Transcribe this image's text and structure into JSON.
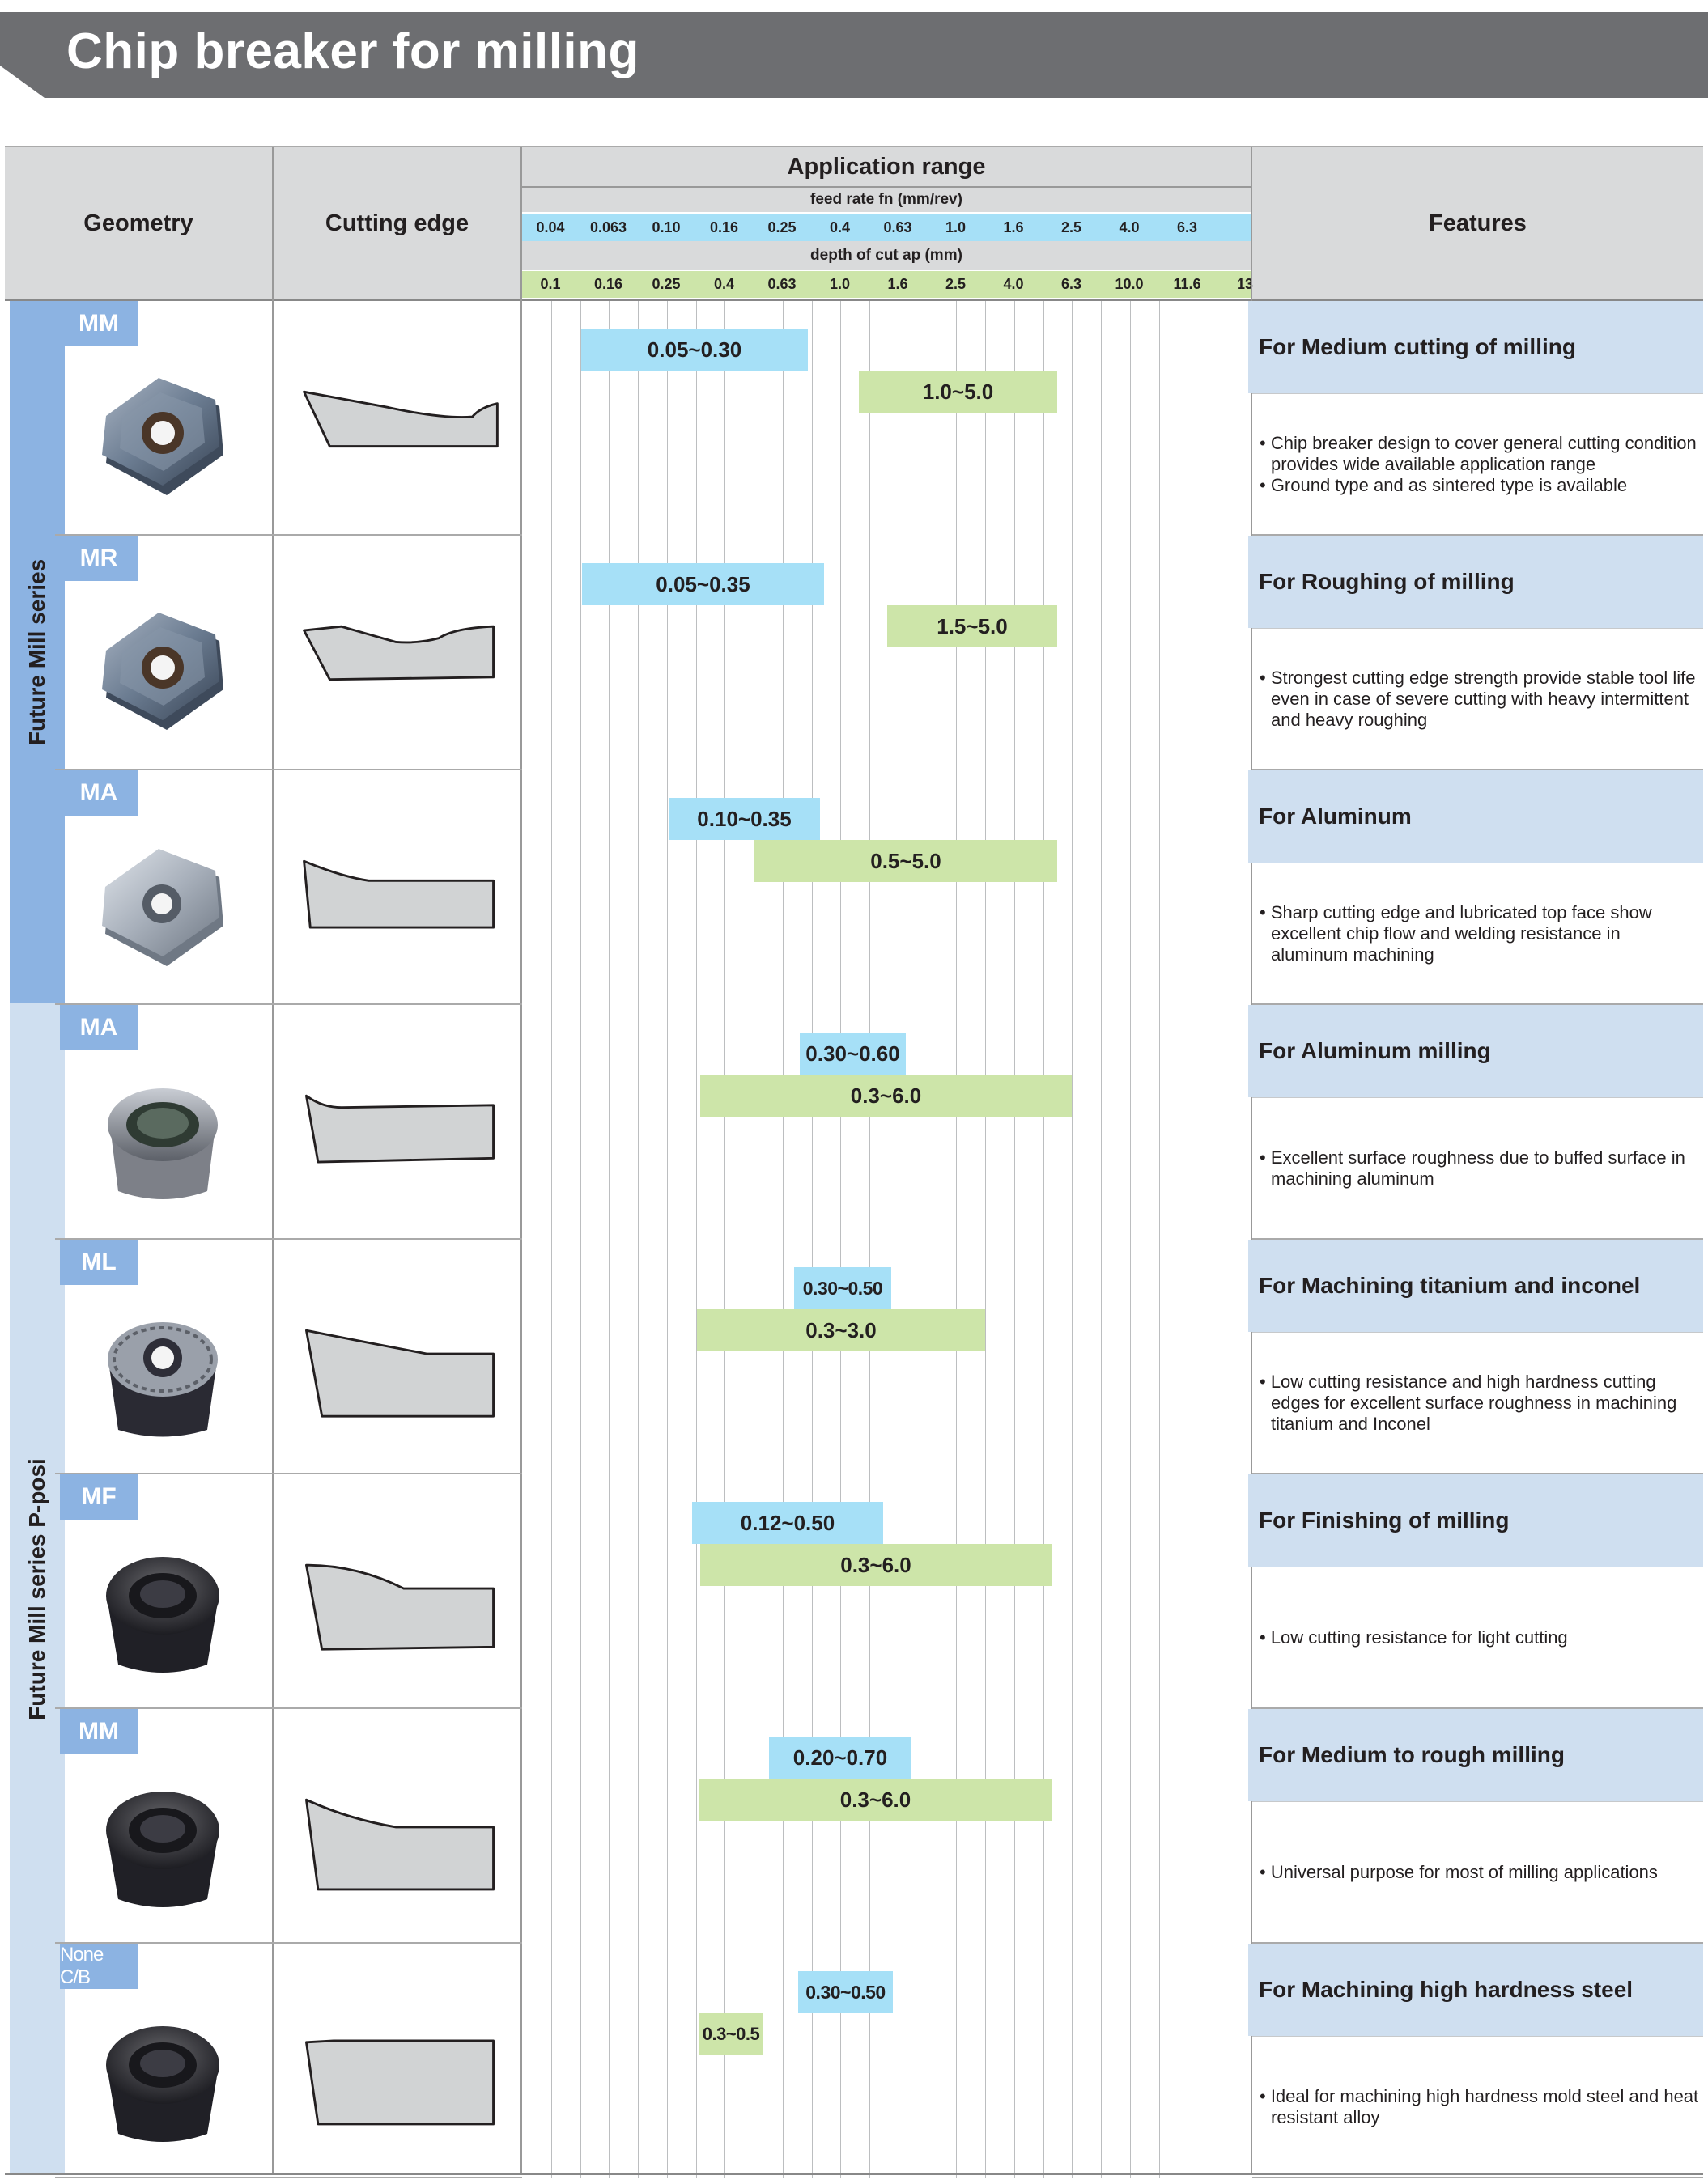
{
  "page_title": "Chip breaker for milling",
  "header": {
    "geometry": "Geometry",
    "cutting_edge": "Cutting edge",
    "application_range": "Application range",
    "feed_label": "feed rate fn (mm/rev)",
    "depth_label": "depth of cut ap (mm)",
    "features": "Features",
    "feed_ticks": [
      "0.04",
      "0.063",
      "0.10",
      "0.16",
      "0.25",
      "0.4",
      "0.63",
      "1.0",
      "1.6",
      "2.5",
      "4.0",
      "6.3"
    ],
    "depth_ticks": [
      "0.1",
      "0.16",
      "0.25",
      "0.4",
      "0.63",
      "1.0",
      "1.6",
      "2.5",
      "4.0",
      "6.3",
      "10.0",
      "11.6",
      "13"
    ]
  },
  "series": [
    {
      "name": "Future Mill series"
    },
    {
      "name": "Future Mill series P-posi"
    }
  ],
  "rows": [
    {
      "code": "MM",
      "feed": "0.05~0.30",
      "depth": "1.0~5.0",
      "feature_title": "For Medium cutting of milling",
      "feature_lines": [
        "• Chip breaker design to cover general cutting condition provides wide available application range",
        "• Ground type and as sintered type is available"
      ]
    },
    {
      "code": "MR",
      "feed": "0.05~0.35",
      "depth": "1.5~5.0",
      "feature_title": "For Roughing of milling",
      "feature_lines": [
        "• Strongest cutting edge strength provide stable tool life even in case of severe cutting with heavy intermittent and heavy roughing"
      ]
    },
    {
      "code": "MA",
      "feed": "0.10~0.35",
      "depth": "0.5~5.0",
      "feature_title": "For Aluminum",
      "feature_lines": [
        "• Sharp cutting edge and lubricated top face show excellent chip flow and welding resistance in aluminum machining"
      ]
    },
    {
      "code": "MA",
      "feed": "0.30~0.60",
      "depth": "0.3~6.0",
      "feature_title": "For Aluminum milling",
      "feature_lines": [
        "• Excellent surface roughness due to buffed surface in machining aluminum"
      ]
    },
    {
      "code": "ML",
      "feed": "0.30~0.50",
      "depth": "0.3~3.0",
      "feature_title": "For Machining titanium and inconel",
      "feature_lines": [
        "• Low cutting resistance and high hardness cutting edges for excellent surface roughness in machining titanium and Inconel"
      ]
    },
    {
      "code": "MF",
      "feed": "0.12~0.50",
      "depth": "0.3~6.0",
      "feature_title": "For Finishing of milling",
      "feature_lines": [
        "• Low cutting resistance for light cutting"
      ]
    },
    {
      "code": "MM",
      "feed": "0.20~0.70",
      "depth": "0.3~6.0",
      "feature_title": "For Medium to rough milling",
      "feature_lines": [
        "• Universal purpose for most of milling applications"
      ]
    },
    {
      "code": "None C/B",
      "feed": "0.30~0.50",
      "depth": "0.3~0.5",
      "feature_title": "For Machining high hardness steel",
      "feature_lines": [
        "• Ideal for machining high hardness mold steel and heat resistant alloy"
      ]
    }
  ],
  "colors": {
    "banner": "#6d6e71",
    "series1": "#8cb3e2",
    "series2": "#cfdff0",
    "feed_bar": "#a6e0f7",
    "depth_bar": "#cde5a9",
    "feature_title_bg": "#cfdff0"
  }
}
